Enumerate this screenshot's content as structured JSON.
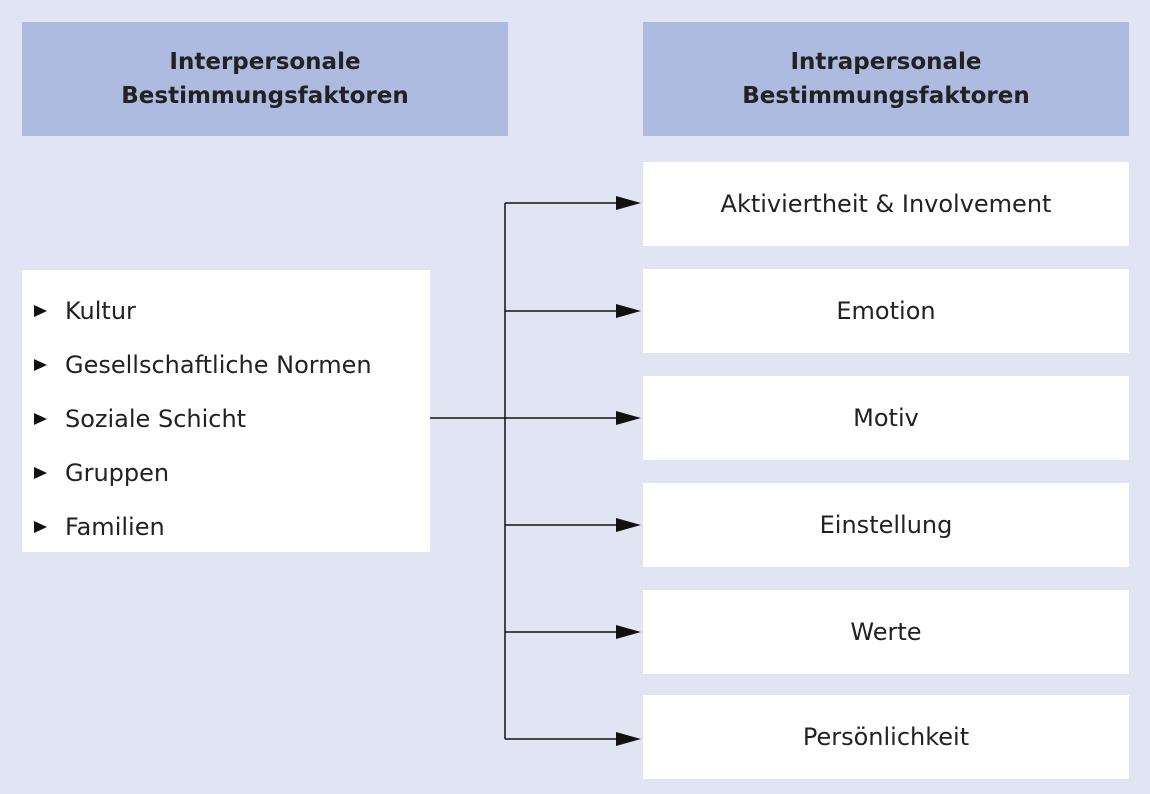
{
  "headers": {
    "left": {
      "line1": "Interpersonale",
      "line2": "Bestimmungsfaktoren"
    },
    "right": {
      "line1": "Intrapersonale",
      "line2": "Bestimmungsfaktoren"
    }
  },
  "interpersonal_items": [
    "Kultur",
    "Gesellschaftliche Normen",
    "Soziale Schicht",
    "Gruppen",
    "Familien"
  ],
  "intrapersonal_items": [
    "Aktiviertheit & Involvement",
    "Emotion",
    "Motiv",
    "Einstellung",
    "Werte",
    "Persönlichkeit"
  ],
  "colors": {
    "background": "#e1e5f3",
    "header": "#aebbe0",
    "box": "#ffffff",
    "line": "#111111"
  }
}
